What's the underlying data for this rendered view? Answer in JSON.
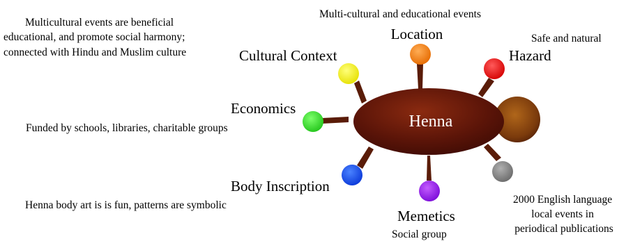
{
  "center": {
    "label": "Henna"
  },
  "nodes": [
    {
      "id": "location",
      "label": "Location",
      "color": "#f47a10"
    },
    {
      "id": "hazard",
      "label": "Hazard",
      "color": "#ee1111"
    },
    {
      "id": "cultural-context",
      "label": "Cultural Context",
      "color": "#f6f20c"
    },
    {
      "id": "economics",
      "label": "Economics",
      "color": "#33e12a"
    },
    {
      "id": "body-inscription",
      "label": "Body Inscription",
      "color": "#1148ee"
    },
    {
      "id": "memetics",
      "label": "Memetics",
      "color": "#9c1df0"
    },
    {
      "id": "unlabeled",
      "label": "",
      "color": "#8a8a8a"
    }
  ],
  "notes": {
    "location": "Multi-cultural and educational events",
    "hazard": "Safe and natural",
    "cultural_context": [
      "Multicultural events are beneficial",
      "educational, and promote social harmony;",
      "connected with Hindu and Muslim culture"
    ],
    "economics": "Funded by schools, libraries, charitable groups",
    "body_inscription": "Henna body art is is fun, patterns are symbolic",
    "memetics": "Social group",
    "grey": [
      "2000 English language",
      "local events in",
      "periodical publications"
    ]
  }
}
